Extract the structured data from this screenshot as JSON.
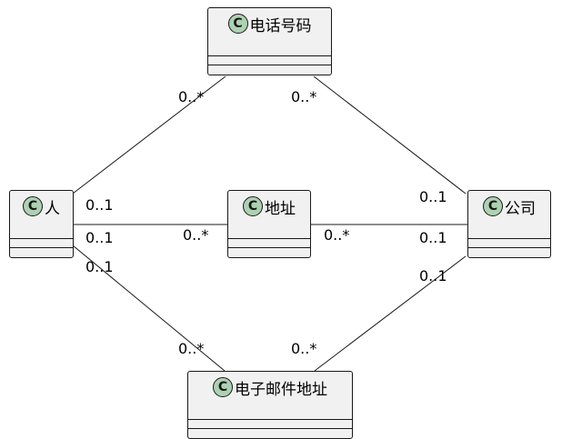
{
  "classes": {
    "phone": {
      "name": "电话号码",
      "stereotype": "C"
    },
    "person": {
      "name": "人",
      "stereotype": "C"
    },
    "address": {
      "name": "地址",
      "stereotype": "C"
    },
    "company": {
      "name": "公司",
      "stereotype": "C"
    },
    "email": {
      "name": "电子邮件地址",
      "stereotype": "C"
    }
  },
  "associations": {
    "person_phone": {
      "source_mult": "",
      "target_mult": "0..*"
    },
    "company_phone": {
      "source_mult": "",
      "target_mult": "0..*"
    },
    "person_address": {
      "source_mult": "0..1",
      "target_mult": "0..*"
    },
    "person_address_upper": {
      "source_mult": "0..1"
    },
    "address_company": {
      "source_mult": "0..*",
      "target_mult": "0..1"
    },
    "company_upper": {
      "source_mult": "0..1"
    },
    "person_email": {
      "source_mult": "0..1",
      "target_mult": "0..*"
    },
    "company_email": {
      "source_mult": "0..1",
      "target_mult": "0..*"
    }
  }
}
